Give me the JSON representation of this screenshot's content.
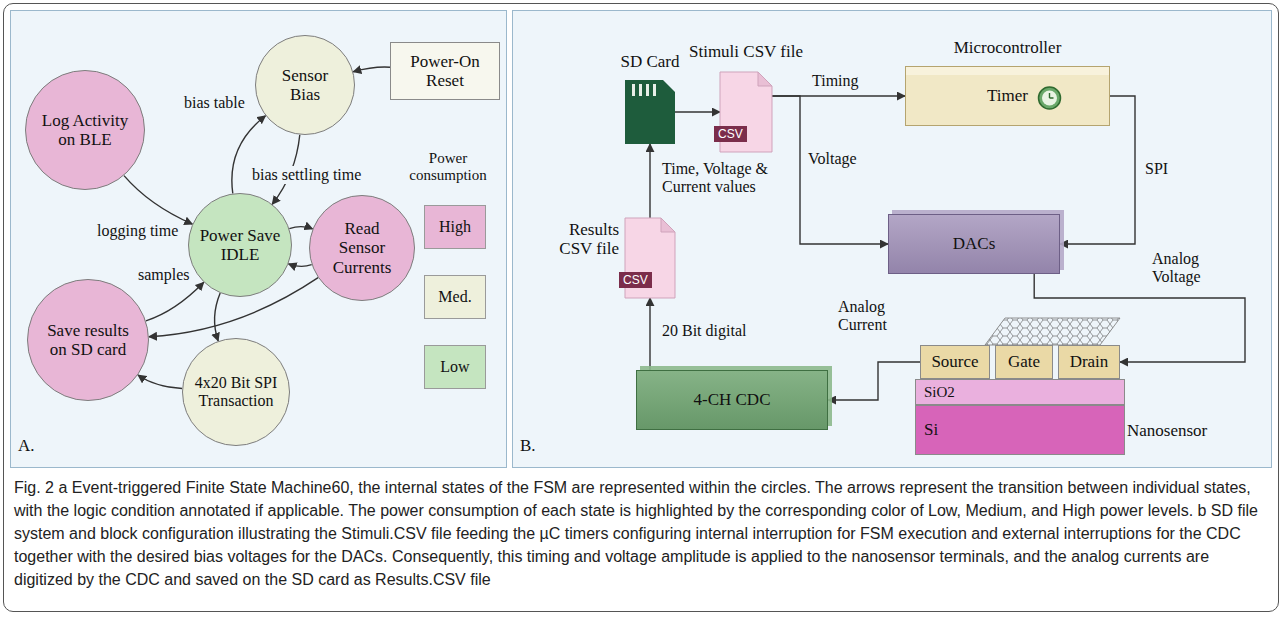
{
  "diagram": {
    "caption": "Fig. 2 a Event-triggered Finite State Machine60, the internal states of the FSM are represented within the circles. The arrows represent the transition between individual states, with the logic condition annotated if applicable. The power consumption of each state is highlighted by the corresponding color of Low, Medium, and High power levels. b SD file system and block configuration illustrating the Stimuli.CSV file feeding the µC timers configuring internal interruption for FSM execution and external interruptions for the CDC together with the desired bias voltages for the DACs. Consequently, this timing and voltage amplitude is applied to the nanosensor terminals, and the analog currents are digitized by the CDC and saved on the SD card as Results.CSV file",
    "nodes": [
      {
        "text": [
          "Log Activity on BLE"
        ]
      },
      {
        "text": [
          "Sensor Bias"
        ]
      },
      {
        "text": [
          "Power-On Reset"
        ]
      },
      {
        "text": [
          "Power Save IDLE"
        ]
      },
      {
        "text": [
          "Read Sensor Currents"
        ]
      },
      {
        "text": [
          "Save results on SD card"
        ]
      },
      {
        "text": [
          "4x20 Bit SPI Transaction"
        ]
      },
      {
        "text": [
          "SD Card"
        ]
      },
      {
        "text": [
          "Stimuli CSV file",
          "CSV"
        ]
      },
      {
        "text": [
          "Microcontroller",
          "Timer"
        ]
      },
      {
        "text": [
          "DACs"
        ]
      },
      {
        "text": [
          "Nanosensor"
        ]
      },
      {
        "text": [
          "Source"
        ],
        "in": 11
      },
      {
        "text": [
          "Gate"
        ],
        "in": 11
      },
      {
        "text": [
          "Drain"
        ],
        "in": 11
      },
      {
        "text": [
          "SiO2"
        ],
        "in": 11
      },
      {
        "text": [
          "Si"
        ],
        "in": 11
      },
      {
        "text": [
          "4-CH CDC"
        ]
      },
      {
        "text": [
          "Results CSV file",
          "CSV"
        ]
      }
    ],
    "edges": [
      {
        "from": 2,
        "to": 1,
        "arrow": "to"
      },
      {
        "from": 3,
        "to": 1,
        "label": "bias table",
        "arrow": "to"
      },
      {
        "from": 1,
        "to": 3,
        "label": "bias settling time",
        "arrow": "to"
      },
      {
        "from": 0,
        "to": 3,
        "label": "logging time",
        "arrow": "to"
      },
      {
        "from": 5,
        "to": 3,
        "label": "samples",
        "arrow": "to"
      },
      {
        "from": 3,
        "to": 4,
        "arrow": "to"
      },
      {
        "from": 4,
        "to": 3,
        "arrow": "to"
      },
      {
        "from": 4,
        "to": 5,
        "arrow": "to"
      },
      {
        "from": 3,
        "to": 6,
        "arrow": "to"
      },
      {
        "from": 6,
        "to": 5,
        "arrow": "to"
      },
      {
        "from": 7,
        "to": 8,
        "arrow": "to"
      },
      {
        "from": 8,
        "to": 9,
        "label": "Timing",
        "arrow": "to"
      },
      {
        "from": 8,
        "to": 10,
        "label": "Voltage",
        "arrow": "to"
      },
      {
        "from": 9,
        "to": 10,
        "label": "SPI",
        "arrow": "to"
      },
      {
        "from": 10,
        "to": 14,
        "label": "Analog Voltage",
        "arrow": "to"
      },
      {
        "from": 12,
        "to": 17,
        "label": "Analog Current",
        "arrow": "to"
      },
      {
        "from": 17,
        "to": 18,
        "label": "20 Bit digital",
        "arrow": "to"
      },
      {
        "from": 18,
        "to": 7,
        "label": "Time, Voltage & Current values",
        "arrow": "to"
      }
    ],
    "labels": [
      "A.",
      "B.",
      "Power consumption"
    ],
    "legend": [
      {
        "text": "High",
        "color": "#e8b6d6"
      },
      {
        "text": "Med.",
        "color": "#eef0dc"
      },
      {
        "text": "Low",
        "color": "#c5e5c0"
      }
    ]
  }
}
